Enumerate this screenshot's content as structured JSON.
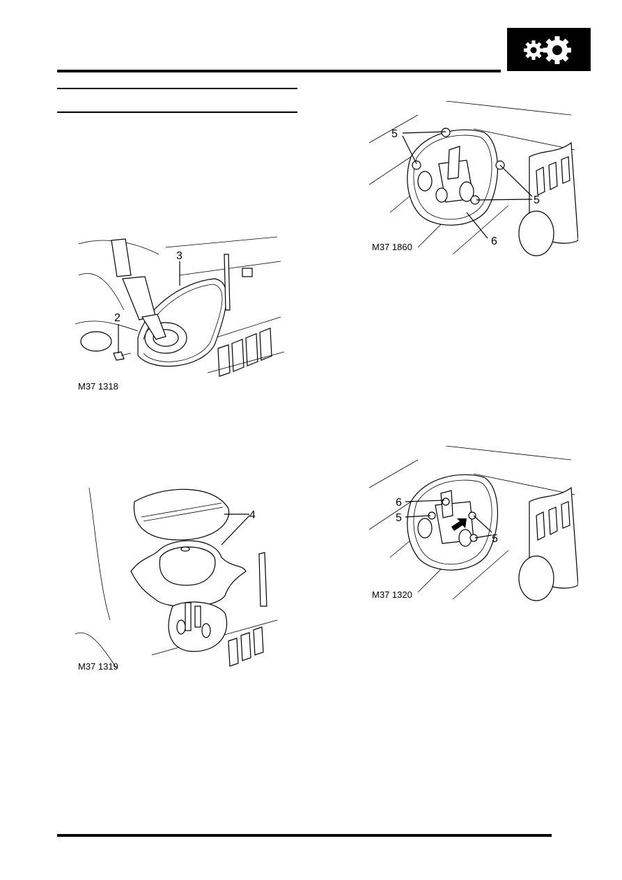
{
  "header": {
    "icon": "gears-icon"
  },
  "figures": [
    {
      "id": "M37 1318",
      "callouts": [
        "3",
        "2"
      ]
    },
    {
      "id": "M37 1860",
      "callouts": [
        "5",
        "5",
        "6"
      ]
    },
    {
      "id": "M37 1319",
      "callouts": [
        "4"
      ]
    },
    {
      "id": "M37 1320",
      "callouts": [
        "6",
        "5",
        "5"
      ]
    }
  ]
}
